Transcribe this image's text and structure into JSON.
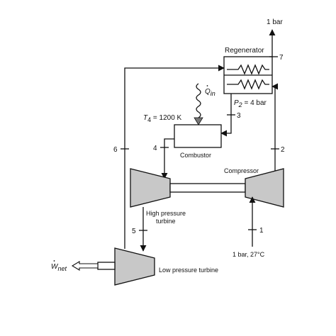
{
  "outlet_pressure": "1 bar",
  "regenerator_label": "Regenerator",
  "p2_label": "P",
  "p2_sub": "2",
  "p2_value": " = 4 bar",
  "q_in_label": "Q",
  "q_in_sub": "in",
  "t4_label": "T",
  "t4_sub": "4",
  "t4_value": " = 1200 K",
  "combustor_label": "Combustor",
  "compressor_label": "Compressor",
  "hp_turbine_line1": "High pressure",
  "hp_turbine_line2": "turbine",
  "lp_turbine_label": "Low pressure turbine",
  "inlet_conditions": "1 bar, 27°C",
  "w_net_label": "W",
  "w_net_sub": "net",
  "state_points": {
    "s1": "1",
    "s2": "2",
    "s3": "3",
    "s4": "4",
    "s5": "5",
    "s6": "6",
    "s7": "7"
  }
}
